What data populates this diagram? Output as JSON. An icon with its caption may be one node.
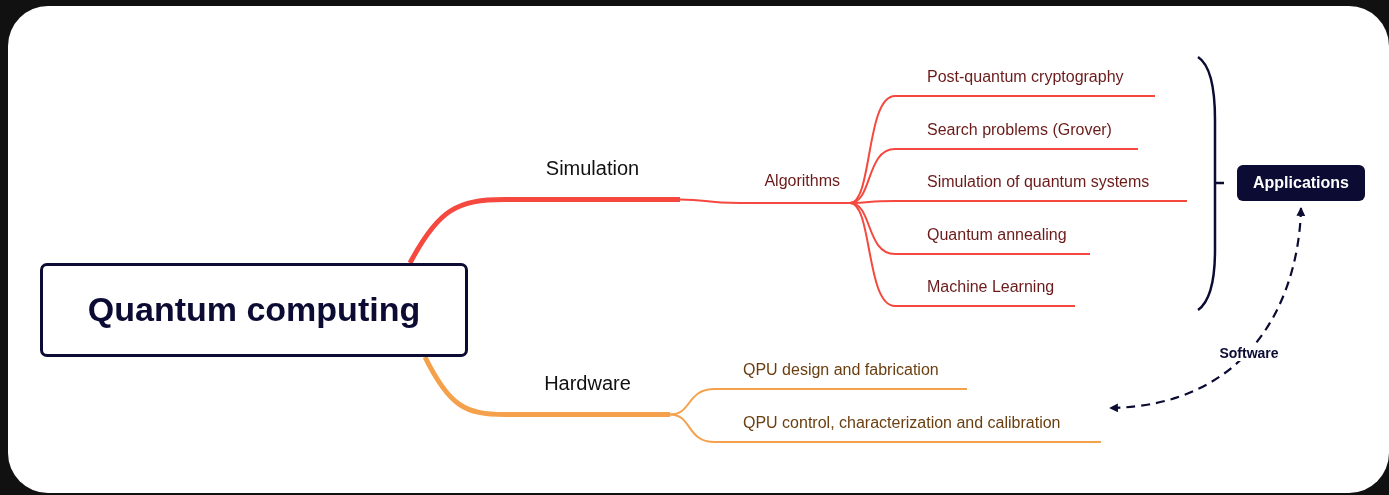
{
  "diagram": {
    "nodes": [
      {
        "text": [
          "Quantum computing"
        ]
      },
      {
        "text": [
          "Simulation"
        ]
      },
      {
        "text": [
          "Algorithms"
        ]
      },
      {
        "text": [
          "Post-quantum cryptography"
        ]
      },
      {
        "text": [
          "Search problems (Grover)"
        ]
      },
      {
        "text": [
          "Simulation of quantum systems"
        ]
      },
      {
        "text": [
          "Quantum annealing"
        ]
      },
      {
        "text": [
          "Machine Learning"
        ]
      },
      {
        "text": [
          "Hardware"
        ]
      },
      {
        "text": [
          "QPU design and fabrication"
        ]
      },
      {
        "text": [
          "QPU control, characterization and calibration"
        ]
      },
      {
        "text": [
          "Applications"
        ]
      }
    ],
    "edges": [
      {
        "from": 0,
        "to": 1,
        "arrow": "none",
        "style": "thick"
      },
      {
        "from": 1,
        "to": 2,
        "arrow": "none"
      },
      {
        "from": 2,
        "to": 3,
        "arrow": "none"
      },
      {
        "from": 2,
        "to": 4,
        "arrow": "none"
      },
      {
        "from": 2,
        "to": 5,
        "arrow": "none"
      },
      {
        "from": 2,
        "to": 6,
        "arrow": "none"
      },
      {
        "from": 2,
        "to": 7,
        "arrow": "none"
      },
      {
        "from": 0,
        "to": 8,
        "arrow": "none",
        "style": "thick",
        "color": "#f5a14b"
      },
      {
        "from": 8,
        "to": 9,
        "arrow": "none",
        "color": "#f5a14b"
      },
      {
        "from": 8,
        "to": 10,
        "arrow": "none",
        "color": "#f5a14b"
      },
      {
        "from": 11,
        "to": 10,
        "arrow": "both",
        "label": "Software",
        "style": "dashed",
        "color": "#0b0b33"
      }
    ]
  }
}
